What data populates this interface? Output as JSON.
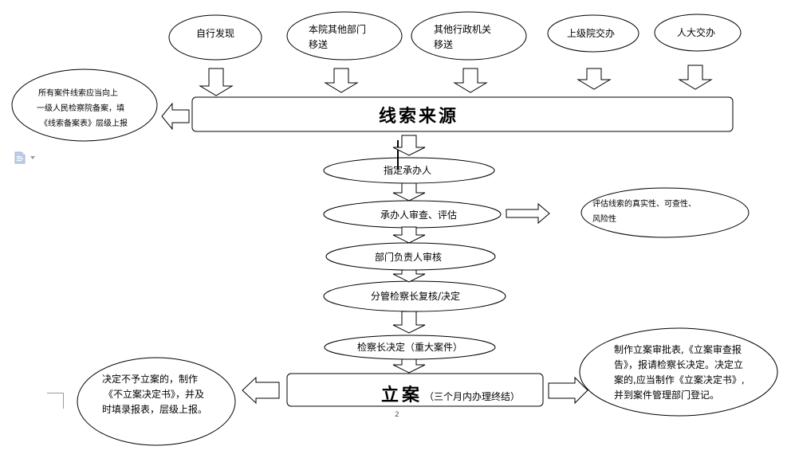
{
  "sources": [
    {
      "id": "self-found",
      "lines": [
        "自行发现"
      ]
    },
    {
      "id": "internal-transfer",
      "lines": [
        "本院其他部门",
        "移送"
      ]
    },
    {
      "id": "admin-transfer",
      "lines": [
        "其他行政机关",
        "移送"
      ]
    },
    {
      "id": "superior-assign",
      "lines": [
        "上级院交办"
      ]
    },
    {
      "id": "npc-assign",
      "lines": [
        "人大交办"
      ]
    }
  ],
  "main_box": {
    "title": "线索来源"
  },
  "filing_note": {
    "lines": [
      "所有案件线索应当向上",
      "一级人民检察院备案，填",
      "《线索备案表》层级上报"
    ]
  },
  "steps": [
    {
      "id": "assign-handler",
      "label": "指定承办人"
    },
    {
      "id": "handler-review",
      "label": "承办人审查、评估"
    },
    {
      "id": "dept-head-review",
      "label": "部门负责人审核"
    },
    {
      "id": "deputy-review",
      "label": "分管检察长复核/决定"
    },
    {
      "id": "chief-decision",
      "label": "检察长决定（重大案件）"
    }
  ],
  "evaluation_note": {
    "lines": [
      "评估线索的真实性、可查性、",
      "风险性"
    ]
  },
  "filing_box": {
    "title": "立案",
    "subtitle": "（三个月内办理终结）"
  },
  "approve_note": {
    "lines": [
      "制作立案审批表,《立案审查报",
      "告》，报请检察长决定。决定立",
      "案的,应当制作《立案决定书》,",
      "并到案件管理部门登记。"
    ]
  },
  "reject_note": {
    "lines": [
      "决定不予立案的，制作",
      "《不立案决定书》，并及",
      "时填录报表，层级上报。"
    ]
  },
  "page_number": "2",
  "icons": {
    "document": "document-icon",
    "dropdown": "caret-down-icon"
  }
}
